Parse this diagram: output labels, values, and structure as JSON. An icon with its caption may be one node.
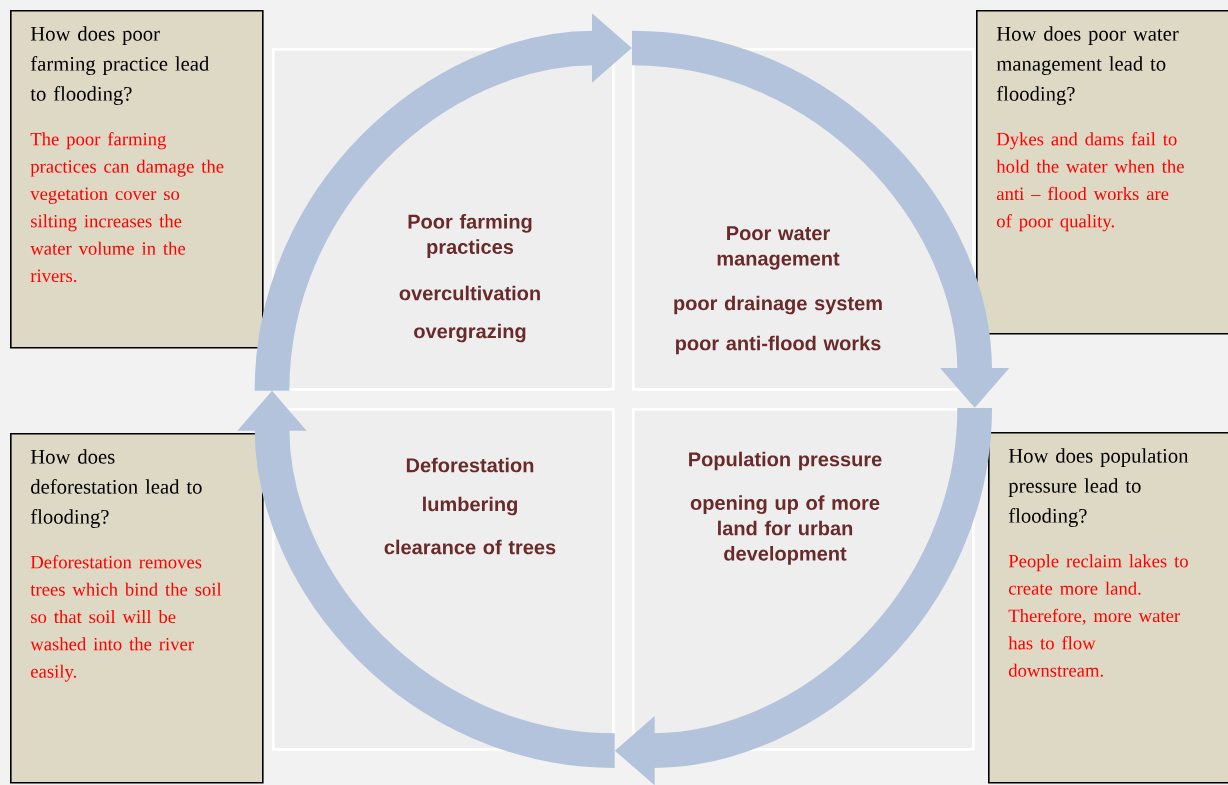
{
  "diagram": {
    "nodes": [
      {
        "text": [
          "Poor farming practices",
          "overcultivation",
          "overgrazing"
        ]
      },
      {
        "text": [
          "Poor water management",
          "poor drainage system",
          "poor anti-flood works"
        ]
      },
      {
        "text": [
          "Deforestation",
          "lumbering",
          "clearance of trees"
        ]
      },
      {
        "text": [
          "Population pressure",
          "opening up of more land for urban development"
        ]
      },
      {
        "text": [
          "How does poor farming practice lead to flooding?",
          "The poor farming practices can damage the vegetation cover so silting increases the water volume in the rivers."
        ]
      },
      {
        "text": [
          "How does poor water management lead to flooding?",
          "Dykes and dams fail to hold the water when the anti – flood works are of poor quality."
        ]
      },
      {
        "text": [
          "How does deforestation lead to flooding?",
          "Deforestation removes trees which bind the soil so that soil will be washed into the river easily."
        ]
      },
      {
        "text": [
          "How does population pressure lead to flooding?",
          "People reclaim lakes to create more land. Therefore, more water has to flow downstream."
        ]
      }
    ],
    "edges": [
      {
        "from": 0,
        "to": 1,
        "arrow": "to"
      },
      {
        "from": 1,
        "to": 3,
        "arrow": "to"
      },
      {
        "from": 3,
        "to": 2,
        "arrow": "to"
      },
      {
        "from": 2,
        "to": 0,
        "arrow": "to"
      }
    ]
  }
}
